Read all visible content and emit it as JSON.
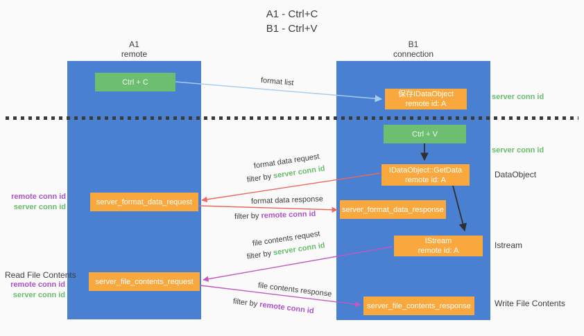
{
  "title": {
    "line1": "A1 - Ctrl+C",
    "line2": "B1 - Ctrl+V"
  },
  "lifelines": {
    "a1": {
      "name": "A1",
      "role": "remote"
    },
    "b1": {
      "name": "B1",
      "role": "connection"
    }
  },
  "nodes": {
    "ctrl_c": {
      "label": "Ctrl + C"
    },
    "save_idataobject": {
      "line1": "保存IDataObject",
      "line2": "remote id: A"
    },
    "ctrl_v": {
      "label": "Ctrl + V"
    },
    "getdata": {
      "line1": "IDataObject::GetData",
      "line2": "remote id: A"
    },
    "format_request": {
      "label": "server_format_data_request"
    },
    "format_response": {
      "label": "server_format_data_response"
    },
    "istream": {
      "line1": "IStream",
      "line2": "remote id: A"
    },
    "file_request": {
      "label": "server_file_contents_request"
    },
    "file_response": {
      "label": "server_file_contents_response"
    }
  },
  "arrow_labels": {
    "format_list": "format list",
    "filter_by": "filter by ",
    "format_data_request": "format data request",
    "format_data_response": "format data response",
    "file_contents_request": "file contents request",
    "file_contents_response": "file contents response",
    "server_conn_id": "server conn id",
    "remote_conn_id": "remote conn id"
  },
  "side_labels": {
    "server_conn_id_top": "server conn id",
    "server_conn_id_mid": "server conn id",
    "dataobject": "DataObject",
    "istream": "Istream",
    "read_file_contents": "Read File Contents",
    "write_file_contents": "Write File Contents",
    "remote_conn_id": "remote conn id",
    "server_conn_id": "server conn id"
  },
  "colors": {
    "bg": "#fafafa",
    "blue": "#4a80d2",
    "green": "#6ebe71",
    "orange": "#f9a83e",
    "red": "#ec685c",
    "magenta": "#c457c0",
    "lightblue": "#a9cdf0",
    "black": "#2f2f2f",
    "tgreen": "#68bd6a",
    "tpurple": "#ad52c8",
    "tdark": "#3c3c3c"
  }
}
